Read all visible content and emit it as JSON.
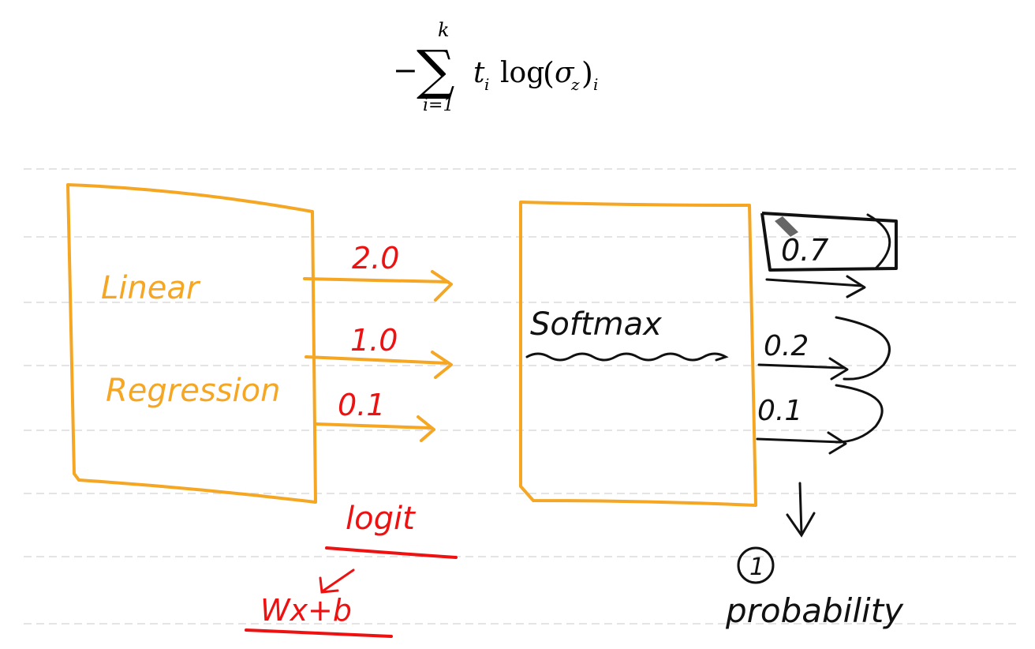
{
  "formula": {
    "minus": "−",
    "sum_symbol": "∑",
    "upper_limit": "k",
    "lower_limit": "i=1",
    "term": "t",
    "term_subscript": "i",
    "log": "log",
    "open_paren": "(",
    "sigma": "σ",
    "sigma_subscript": "z",
    "close_paren": ")",
    "outer_subscript": "i"
  },
  "diagram": {
    "left_box": {
      "line1": "Linear",
      "line2": "Regression"
    },
    "logits": [
      "2.0",
      "1.0",
      "0.1"
    ],
    "softmax_label": "Softmax",
    "probabilities": [
      "0.7",
      "0.2",
      "0.1"
    ],
    "logit_label": "logit",
    "formula_label": "Wx+b",
    "sum_marker": "1",
    "probability_label": "probability",
    "colors": {
      "orange": "#f5a623",
      "red": "#ee1111",
      "ink": "#111111",
      "guide": "#e4e4e4"
    }
  }
}
